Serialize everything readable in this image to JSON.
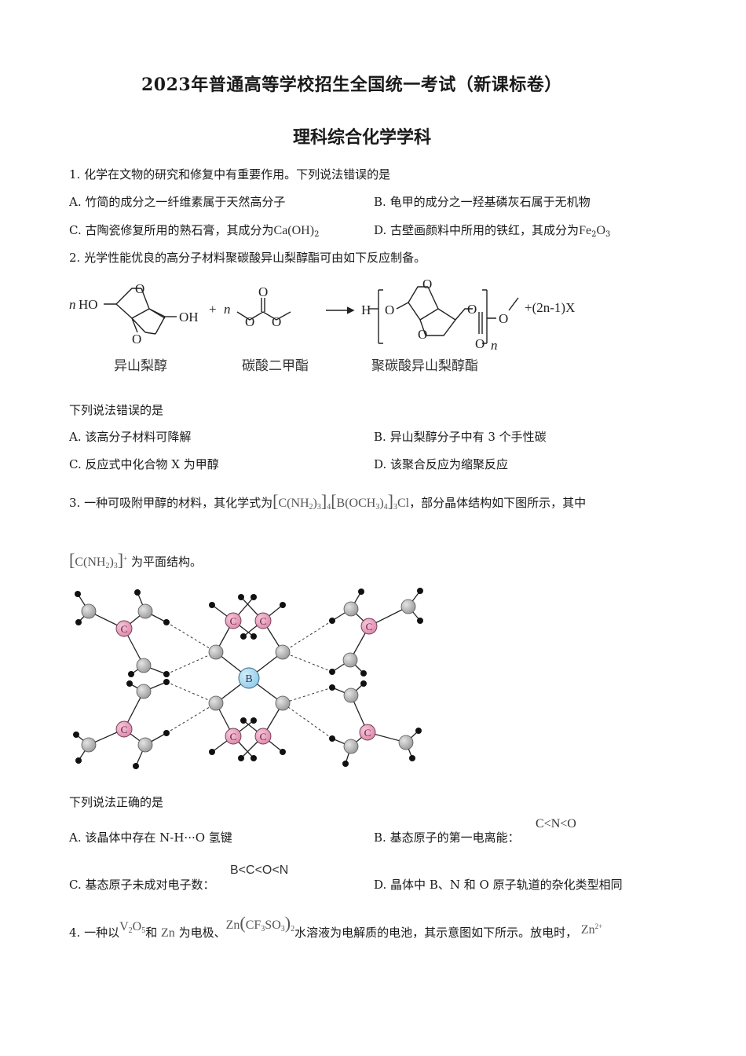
{
  "header": {
    "title": "2023年普通高等学校招生全国统一考试（新课标卷）",
    "subtitle": "理科综合化学学科"
  },
  "questions": [
    {
      "number": "1.",
      "stem": "化学在文物的研究和修复中有重要作用。下列说法错误的是",
      "options": {
        "A": {
          "label": "A.",
          "text": "竹简的成分之一纤维素属于天然高分子"
        },
        "B": {
          "label": "B.",
          "text": "龟甲的成分之一羟基磷灰石属于无机物"
        },
        "C": {
          "label": "C.",
          "text": "古陶瓷修复所用的熟石膏，其成分为",
          "formula": "Ca(OH)",
          "sub": "2"
        },
        "D": {
          "label": "D.",
          "text": "古壁画颜料中所用的铁红，其成分为",
          "formula_parts": [
            "Fe",
            "2",
            "O",
            "3"
          ]
        }
      }
    },
    {
      "number": "2.",
      "stem": "光学性能优良的高分子材料聚碳酸异山梨醇酯可由如下反应制备。",
      "reaction": {
        "reactant1_coef": "n",
        "reactant1_left": "HO",
        "reactant1_right": "OH",
        "reactant1_name": "异山梨醇",
        "plus": "+",
        "reactant2_coef": "n",
        "reactant2_name": "碳酸二甲酯",
        "product_h": "H",
        "product_n": "n",
        "product_name": "聚碳酸异山梨醇酯",
        "byproduct": "+(2n-1)X",
        "atom_O": "O"
      },
      "prompt": "下列说法错误的是",
      "options": {
        "A": {
          "label": "A.",
          "text": "该高分子材料可降解"
        },
        "B": {
          "label": "B.",
          "text": "异山梨醇分子中有 3 个手性碳"
        },
        "C": {
          "label": "C.",
          "text": "反应式中化合物 X 为甲醇"
        },
        "D": {
          "label": "D.",
          "text": "该聚合反应为缩聚反应"
        }
      }
    },
    {
      "number": "3.",
      "stem_before": "一种可吸附甲醇的材料，其化学式为",
      "formula": {
        "part1": "C(NH",
        "part1_sub": "2",
        "part1_close": ")",
        "part1_sub2": "3",
        "part1_bracket_sub": "4",
        "part2": "B(OCH",
        "part2_sub": "3",
        "part2_close": ")",
        "part2_sub2": "4",
        "part2_bracket_sub": "3",
        "part3": "Cl"
      },
      "stem_after": "，部分晶体结构如下图所示，其中",
      "ion": {
        "text": "C(NH",
        "sub": "2",
        "close": ")",
        "sub2": "3",
        "charge": "+"
      },
      "ion_desc": "为平面结构。",
      "figure": {
        "center_atom": "B",
        "c_atom": "C",
        "colors": {
          "boron": "#a9d8f0",
          "carbon": "#e99bbd",
          "grey": "#b9b9b9",
          "hydrogen": "#111111"
        }
      },
      "prompt": "下列说法正确的是",
      "options": {
        "A": {
          "label": "A.",
          "text": "该晶体中存在 N-H···O 氢键"
        },
        "B": {
          "label": "B.",
          "text": "基态原子的第一电离能：",
          "formula": "C<N<O"
        },
        "C": {
          "label": "C.",
          "text": "基态原子未成对电子数：",
          "formula": "B<C<O<N"
        },
        "D": {
          "label": "D.",
          "text": "晶体中 B、N 和 O 原子轨道的杂化类型相同"
        }
      }
    },
    {
      "number": "4.",
      "stem_part1": "一种以",
      "v2o5": {
        "v": "V",
        "v_sub": "2",
        "o": "O",
        "o_sub": "5"
      },
      "stem_part2": "和",
      "zn": "Zn",
      "stem_part3": "为电极、",
      "zn_salt": {
        "zn": "Zn",
        "open": "(",
        "cf": "CF",
        "cf_sub": "3",
        "so": "SO",
        "so_sub": "3",
        "close": ")",
        "sub": "2"
      },
      "stem_part4": "水溶液为电解质的电池，其示意图如下所示。放电时，",
      "zn_ion": {
        "text": "Zn",
        "charge": "2+"
      }
    }
  ]
}
